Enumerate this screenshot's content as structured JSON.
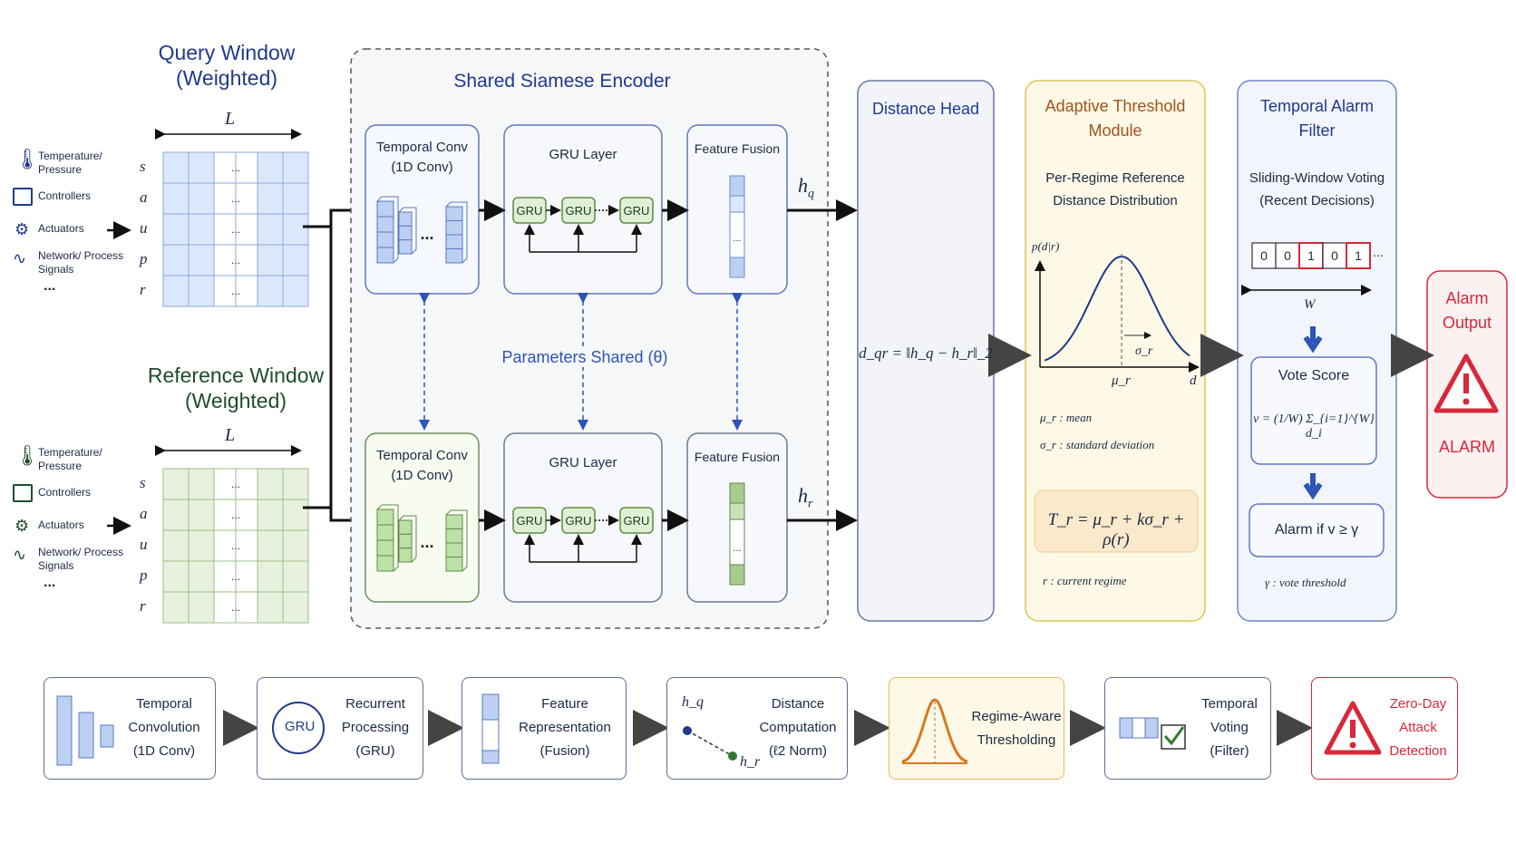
{
  "query": {
    "title": "Query Window",
    "subtitle": "(Weighted)",
    "length_label": "L",
    "rows": [
      "s",
      "a",
      "u",
      "p",
      "r"
    ],
    "dots": "...",
    "fill": "#dbe8fb",
    "stroke": "#8eaadb"
  },
  "reference": {
    "title": "Reference Window",
    "subtitle": "(Weighted)",
    "length_label": "L",
    "rows": [
      "s",
      "a",
      "u",
      "p",
      "r"
    ],
    "dots": "...",
    "fill": "#e7f1dd",
    "stroke": "#9cbf84"
  },
  "inputs": [
    "Temperature/ Pressure",
    "Controllers",
    "Actuators",
    "Network/ Process Signals"
  ],
  "inputs_more": "...",
  "encoder": {
    "title": "Shared Siamese Encoder",
    "conv_title": "Temporal Conv",
    "conv_sub": "(1D Conv)",
    "gru_title": "GRU Layer",
    "gru_cell": "GRU",
    "fusion_title": "Feature Fusion",
    "shared": "Parameters Shared (θ)",
    "hq": "h",
    "hq_sub": "q",
    "hr": "h",
    "hr_sub": "r"
  },
  "distance": {
    "title": "Distance Head",
    "formula": "d_qr = ‖h_q − h_r‖_2"
  },
  "threshold": {
    "title1": "Adaptive Threshold",
    "title2": "Module",
    "sub1": "Per-Regime Reference",
    "sub2": "Distance Distribution",
    "ylabel": "p(d|r)",
    "xlabel": "d",
    "mu": "μ_r",
    "sigma": "σ_r",
    "mean_def": "μ_r : mean",
    "std_def": "σ_r : standard deviation",
    "formula": "T_r = μ_r + kσ_r + ρ(r)",
    "regime_def": "r : current regime"
  },
  "alarm_filter": {
    "title1": "Temporal Alarm",
    "title2": "Filter",
    "sub1": "Sliding-Window Voting",
    "sub2": "(Recent Decisions)",
    "decisions": [
      "0",
      "0",
      "1",
      "0",
      "1"
    ],
    "more": "...",
    "window": "W",
    "vote_title": "Vote Score",
    "vote_formula": "v = (1/W) Σ_{i=1}^{W} d_i",
    "alarm_rule": "Alarm if  v ≥ γ",
    "gamma_def": "γ : vote threshold"
  },
  "output": {
    "title1": "Alarm",
    "title2": "Output",
    "label": "ALARM"
  },
  "legend": [
    {
      "l1": "Temporal",
      "l2": "Convolution",
      "l3": "(1D Conv)"
    },
    {
      "l1": "Recurrent",
      "l2": "Processing",
      "l3": "(GRU)",
      "icon_text": "GRU"
    },
    {
      "l1": "Feature",
      "l2": "Representation",
      "l3": "(Fusion)"
    },
    {
      "l1": "Distance",
      "l2": "Computation",
      "l3": "(ℓ2 Norm)",
      "hq": "h_q",
      "hr": "h_r"
    },
    {
      "l1": "Regime-Aware",
      "l2": "Thresholding"
    },
    {
      "l1": "Temporal",
      "l2": "Voting",
      "l3": "(Filter)"
    },
    {
      "l1": "Zero-Day",
      "l2": "Attack",
      "l3": "Detection"
    }
  ],
  "colors": {
    "navy": "#1f3a8a",
    "green_title": "#1e4d2b",
    "orange_title": "#a4521b",
    "red": "#d8283a",
    "blue_panel": "#f2f5fb",
    "yellow_panel": "#fdf9e6"
  }
}
